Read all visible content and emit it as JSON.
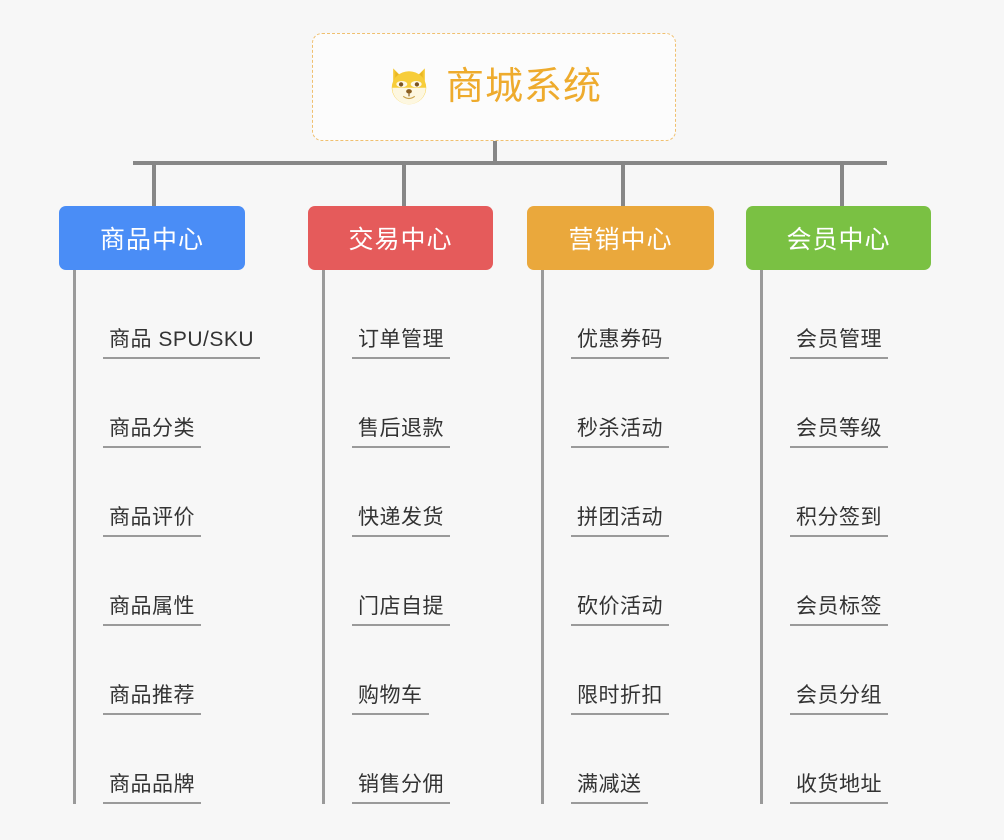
{
  "root": {
    "title": "商城系统",
    "icon": "shiba-dog-face-emoji",
    "border_color": "#f0c070",
    "text_color": "#eeab2d"
  },
  "connector_color": "#878787",
  "leaf_line_color": "#9a9a9a",
  "background_color": "#f7f7f7",
  "branches": [
    {
      "label": "商品中心",
      "color": "#4a8df6",
      "leaves": [
        {
          "label": "商品 SPU/SKU"
        },
        {
          "label": "商品分类"
        },
        {
          "label": "商品评价"
        },
        {
          "label": "商品属性"
        },
        {
          "label": "商品推荐"
        },
        {
          "label": "商品品牌"
        }
      ]
    },
    {
      "label": "交易中心",
      "color": "#e55b5b",
      "leaves": [
        {
          "label": "订单管理"
        },
        {
          "label": "售后退款"
        },
        {
          "label": "快递发货"
        },
        {
          "label": "门店自提"
        },
        {
          "label": "购物车"
        },
        {
          "label": "销售分佣"
        }
      ]
    },
    {
      "label": "营销中心",
      "color": "#eaa83c",
      "leaves": [
        {
          "label": "优惠券码"
        },
        {
          "label": "秒杀活动"
        },
        {
          "label": "拼团活动"
        },
        {
          "label": "砍价活动"
        },
        {
          "label": "限时折扣"
        },
        {
          "label": "满减送"
        }
      ]
    },
    {
      "label": "会员中心",
      "color": "#7ac143",
      "leaves": [
        {
          "label": "会员管理"
        },
        {
          "label": "会员等级"
        },
        {
          "label": "积分签到"
        },
        {
          "label": "会员标签"
        },
        {
          "label": "会员分组"
        },
        {
          "label": "收货地址"
        }
      ]
    }
  ]
}
